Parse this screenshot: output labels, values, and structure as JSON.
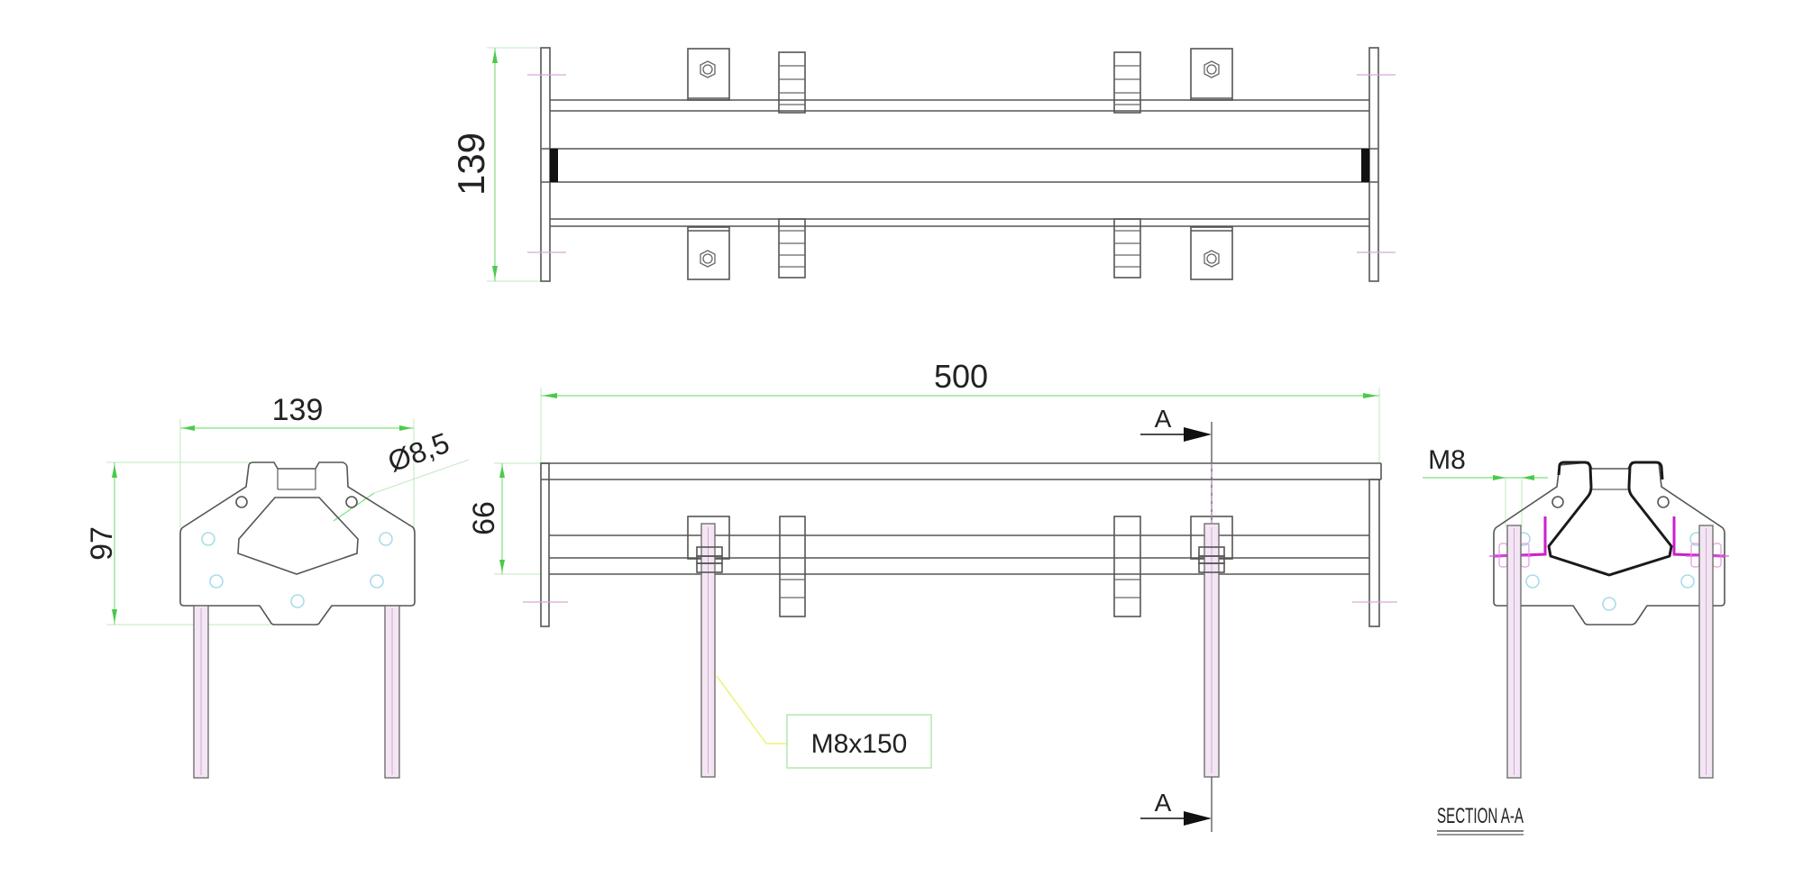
{
  "drawing": {
    "type": "mechanical technical drawing",
    "views": {
      "top_view": {
        "dimension_width": "139"
      },
      "front_view": {
        "dimension_length": "500",
        "dimension_height": "66",
        "bolt_label": "M8x150",
        "section_marker_top": "A",
        "section_marker_bottom": "A"
      },
      "side_view": {
        "dimension_width": "139",
        "dimension_height": "97",
        "hole_diameter": "Ø8,5"
      },
      "section_view": {
        "thread_label": "M8",
        "title": "SECTION A-A"
      }
    },
    "colors": {
      "outline": "#555555",
      "dimension": "#7ee07e",
      "centerline": "#d7a9d7",
      "section_profile": "#1a1a1a",
      "section_bracket": "#cc1fcc",
      "hidden_holes": "#a8dcea",
      "leader": "#eef27a"
    }
  }
}
